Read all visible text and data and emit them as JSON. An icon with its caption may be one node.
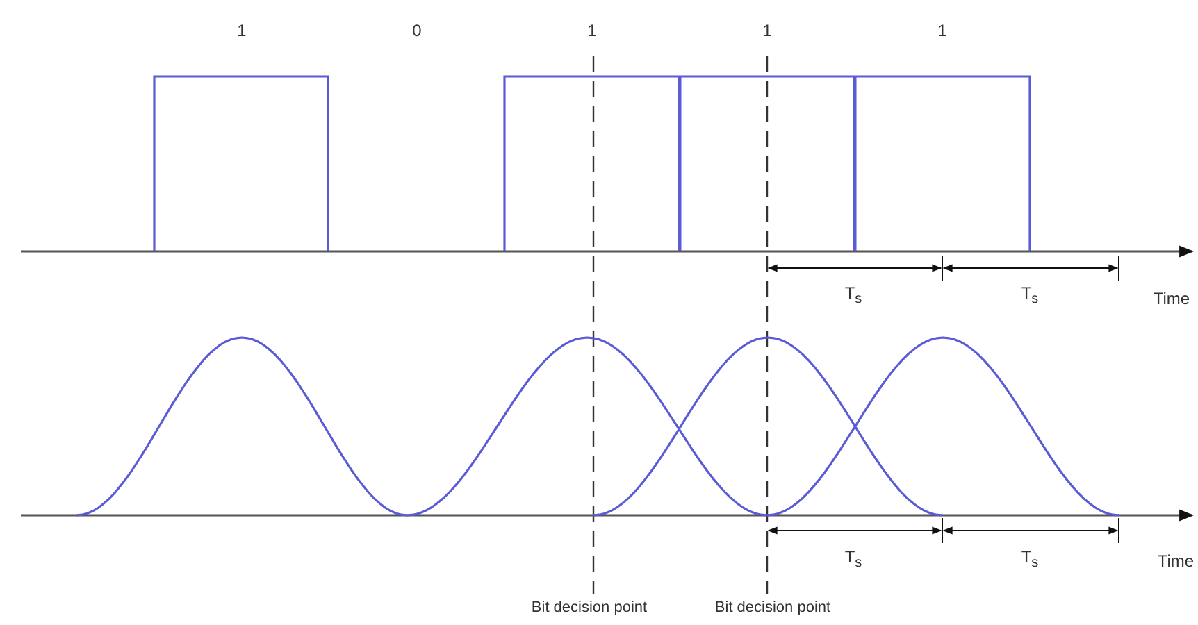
{
  "diagram": {
    "labels": [
      "1",
      "0",
      "1",
      "1",
      "1",
      "T$_{s}$",
      "T$_{s}$",
      "Time",
      "T$_{s}$",
      "T$_{s}$",
      "Time",
      "Bit decision point",
      "Bit decision point"
    ]
  }
}
